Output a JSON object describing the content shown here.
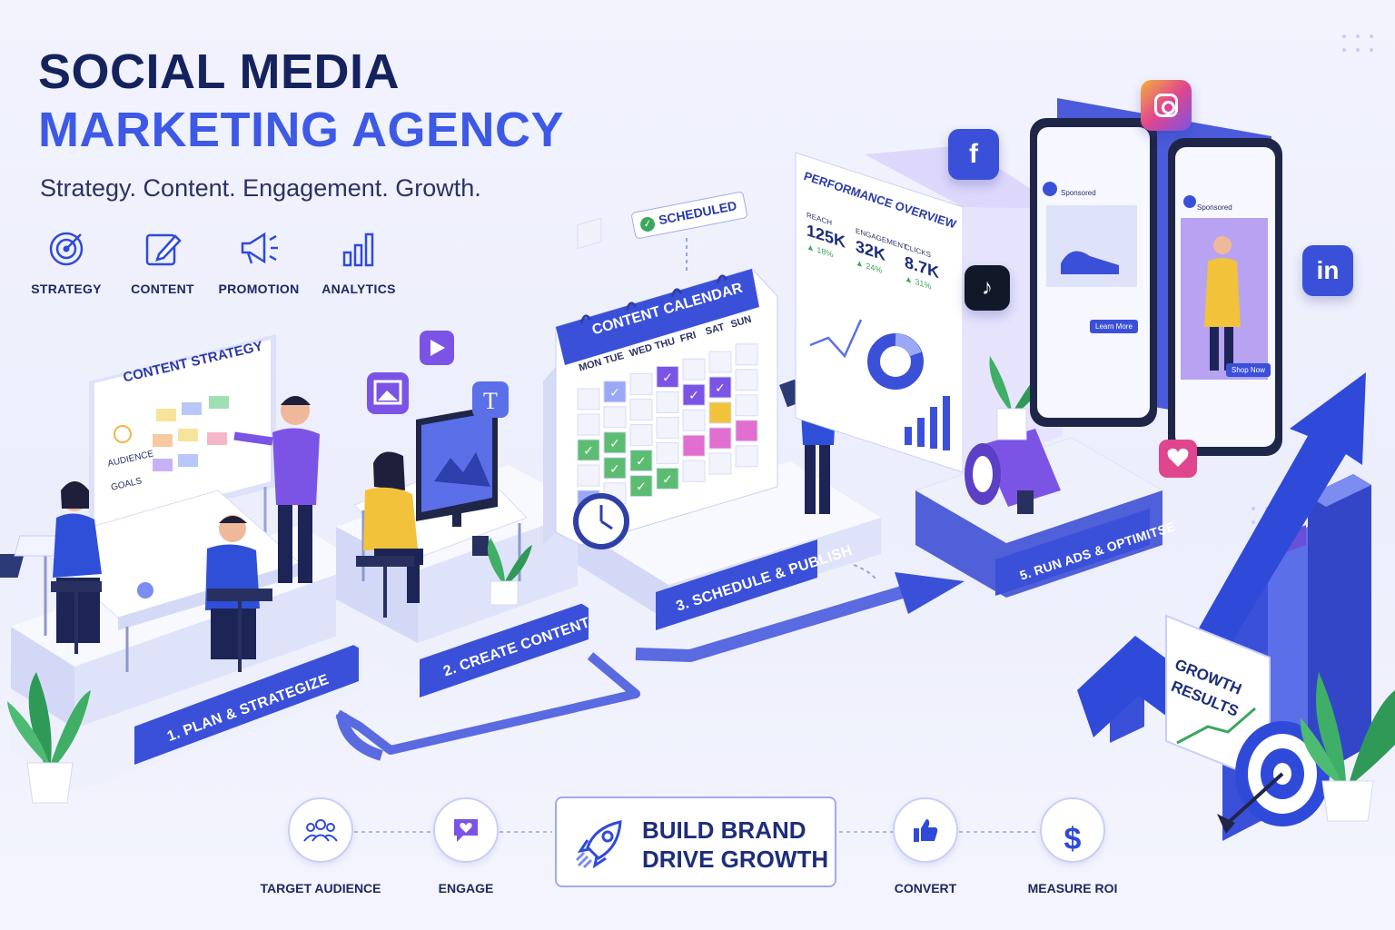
{
  "header": {
    "title_line1": "SOCIAL MEDIA",
    "title_line2": "MARKETING AGENCY",
    "tagline": "Strategy. Content. Engagement. Growth."
  },
  "services": [
    {
      "label": "STRATEGY",
      "icon": "target-icon"
    },
    {
      "label": "CONTENT",
      "icon": "pencil-edit-icon"
    },
    {
      "label": "PROMOTION",
      "icon": "megaphone-icon"
    },
    {
      "label": "ANALYTICS",
      "icon": "bar-chart-icon"
    }
  ],
  "steps": [
    {
      "label": "1. PLAN & STRATEGIZE"
    },
    {
      "label": "2. CREATE CONTENT"
    },
    {
      "label": "3. SCHEDULE & PUBLISH"
    },
    {
      "label": "5. RUN ADS & OPTIMITSE"
    }
  ],
  "whiteboard": {
    "title": "CONTENT STRATEGY",
    "note1": "AUDIENCE",
    "note2": "GOALS"
  },
  "scheduled_badge": "SCHEDULED",
  "calendar": {
    "title": "CONTENT CALENDAR",
    "days": [
      "MON",
      "TUE",
      "WED",
      "THU",
      "FRI",
      "SAT",
      "SUN"
    ]
  },
  "performance": {
    "title": "PERFORMANCE OVERVIEW",
    "metrics": [
      {
        "label": "REACH",
        "value": "125K",
        "change": "▲ 18%"
      },
      {
        "label": "ENGAGEMENT",
        "value": "32K",
        "change": "▲ 24%"
      },
      {
        "label": "CLICKS",
        "value": "8.7K",
        "change": "▲ 31%"
      }
    ]
  },
  "ads": {
    "post1": {
      "account": "Sponsored",
      "cta": "Learn More"
    },
    "post2": {
      "account": "Sponsored",
      "cta": "Shop Now"
    }
  },
  "social_icons": [
    "facebook-icon",
    "instagram-icon",
    "tiktok-icon",
    "linkedin-icon"
  ],
  "growth_board": {
    "line1": "GROWTH",
    "line2": "RESULTS"
  },
  "benefits": [
    {
      "label": "TARGET AUDIENCE",
      "icon": "people-icon"
    },
    {
      "label": "ENGAGE",
      "icon": "heart-chat-icon"
    },
    {
      "label": "CONVERT",
      "icon": "thumbs-up-icon"
    },
    {
      "label": "MEASURE ROI",
      "icon": "dollar-icon"
    }
  ],
  "brand_box": {
    "line1": "BUILD BRAND",
    "line2": "DRIVE GROWTH"
  },
  "colors": {
    "navy": "#14235e",
    "accent_blue": "#3d59e6",
    "purple": "#7b54e6",
    "green": "#5cbd72",
    "pink": "#e26fd0",
    "yellow": "#f2c23a"
  }
}
